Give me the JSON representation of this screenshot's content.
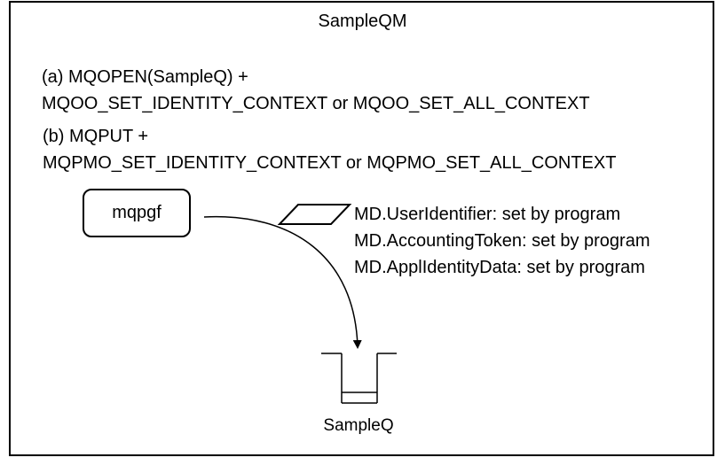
{
  "qmgr_name": "SampleQM",
  "open_line": {
    "prefix": "(a) MQOPEN(SampleQ) +",
    "options": "MQOO_SET_IDENTITY_CONTEXT or MQOO_SET_ALL_CONTEXT"
  },
  "put_line": {
    "prefix": "(b) MQPUT +",
    "options": "MQPMO_SET_IDENTITY_CONTEXT or MQPMO_SET_ALL_CONTEXT"
  },
  "program": "mqpgf",
  "md_fields": [
    "MD.UserIdentifier:  set by program",
    "MD.AccountingToken: set by program",
    "MD.ApplIdentityData:  set by program"
  ],
  "queue_name": "SampleQ"
}
